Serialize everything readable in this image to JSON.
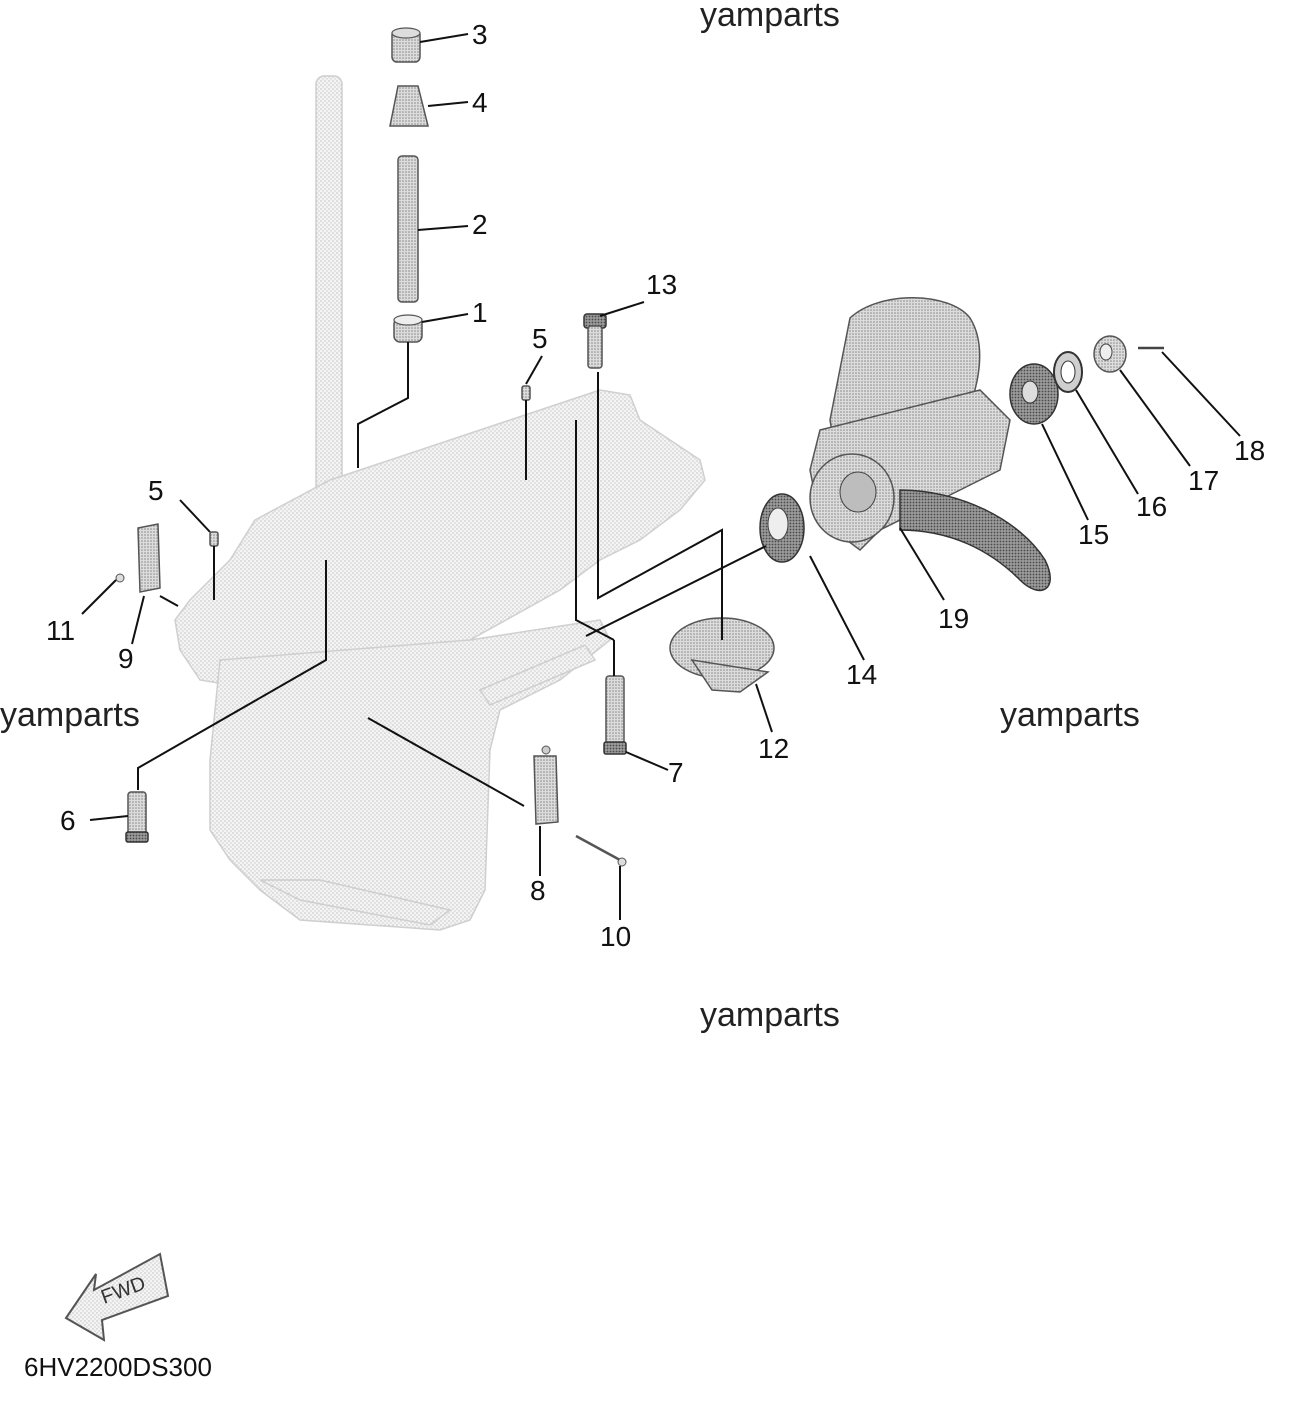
{
  "watermarks": [
    "yamparts",
    "yamparts",
    "yamparts",
    "yamparts"
  ],
  "callouts": [
    "1",
    "2",
    "3",
    "4",
    "5",
    "5",
    "6",
    "7",
    "8",
    "9",
    "10",
    "11",
    "12",
    "13",
    "14",
    "15",
    "16",
    "17",
    "18",
    "19"
  ],
  "forward_arrow": {
    "label": "FWD"
  },
  "diagram_code": "6HV2200DS300"
}
